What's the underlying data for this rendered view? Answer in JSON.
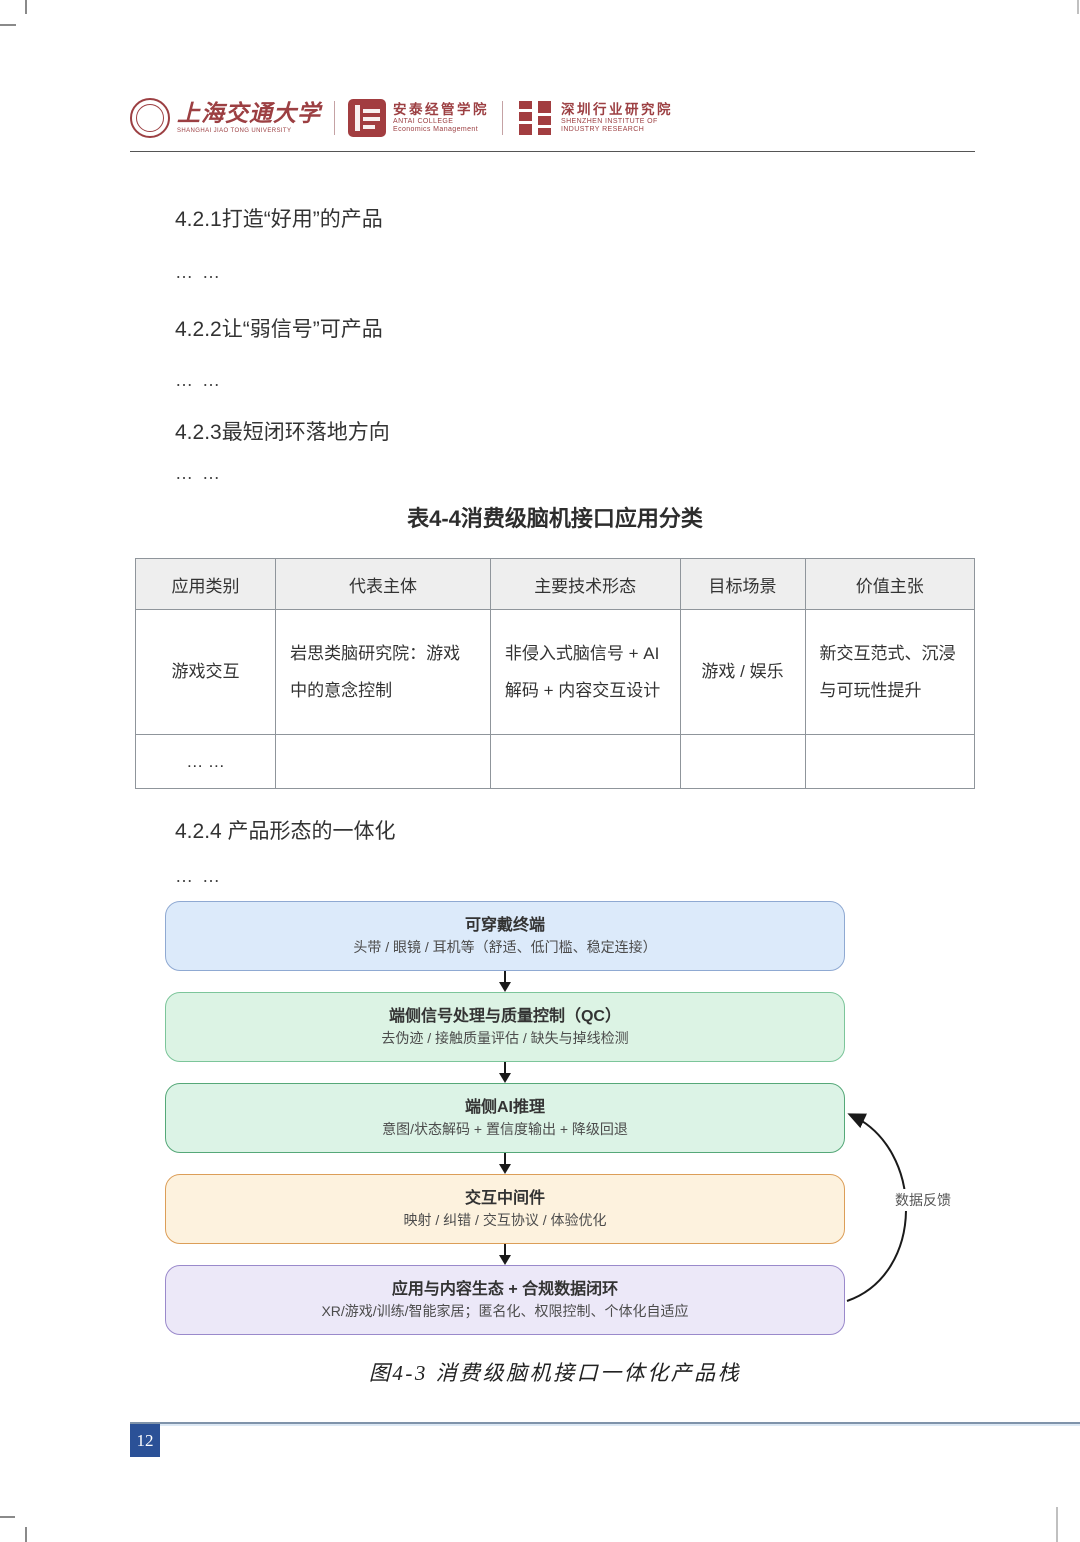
{
  "header": {
    "sjtu": {
      "cn": "上海交通大学",
      "en": "SHANGHAI JIAO TONG UNIVERSITY"
    },
    "antai": {
      "cn": "安泰经管学院",
      "en1": "ANTAI COLLEGE",
      "en2": "Economics Management"
    },
    "siir": {
      "cn": "深圳行业研究院",
      "en1": "SHENZHEN INSTITUTE OF",
      "en2": "INDUSTRY RESEARCH"
    }
  },
  "sections": [
    {
      "heading": "4.2.1打造“好用”的产品",
      "body": "… …"
    },
    {
      "heading": "4.2.2让“弱信号”可产品",
      "body": "… …"
    },
    {
      "heading": "4.2.3最短闭环落地方向",
      "body": "… …"
    }
  ],
  "table": {
    "title": "表4-4消费级脑机接口应用分类",
    "headers": [
      "应用类别",
      "代表主体",
      "主要技术形态",
      "目标场景",
      "价值主张"
    ],
    "rows": [
      [
        "游戏交互",
        "岩思类脑研究院：游戏中的意念控制",
        "非侵入式脑信号 + AI解码 + 内容交互设计",
        "游戏 / 娱乐",
        "新交互范式、沉浸与可玩性提升"
      ],
      [
        "… …",
        "",
        "",
        "",
        ""
      ]
    ]
  },
  "section_424": {
    "heading": "4.2.4 产品形态的一体化",
    "body": "… …"
  },
  "diagram": {
    "boxes": [
      {
        "title": "可穿戴终端",
        "subtitle": "头带 / 眼镜 / 耳机等（舒适、低门槛、稳定连接）",
        "fill": "#dceafa",
        "border": "#8fa9d2"
      },
      {
        "title": "端侧信号处理与质量控制（QC）",
        "subtitle": "去伪迹 / 接触质量评估 / 缺失与掉线检测",
        "fill": "#dcf3e4",
        "border": "#7cc59a"
      },
      {
        "title": "端侧AI推理",
        "subtitle": "意图/状态解码 + 置信度输出 + 降级回退",
        "fill": "#dcf3e6",
        "border": "#55a878"
      },
      {
        "title": "交互中间件",
        "subtitle": "映射 / 纠错 / 交互协议 / 体验优化",
        "fill": "#fdf2de",
        "border": "#dc9e58"
      },
      {
        "title": "应用与内容生态 + 合规数据闭环",
        "subtitle": "XR/游戏/训练/智能家居；匿名化、权限控制、个体化自适应",
        "fill": "#ece8f8",
        "border": "#9a89cb"
      }
    ],
    "feedback_label": "数据反馈",
    "arrow_color": "#1a1a1a"
  },
  "figure_caption": "图4-3 消费级脑机接口一体化产品栈",
  "footer": {
    "page_number": "12"
  },
  "colors": {
    "brand_red": "#9c3f42",
    "footer_blue": "#2b5197",
    "table_header_bg": "#eeeeee"
  }
}
